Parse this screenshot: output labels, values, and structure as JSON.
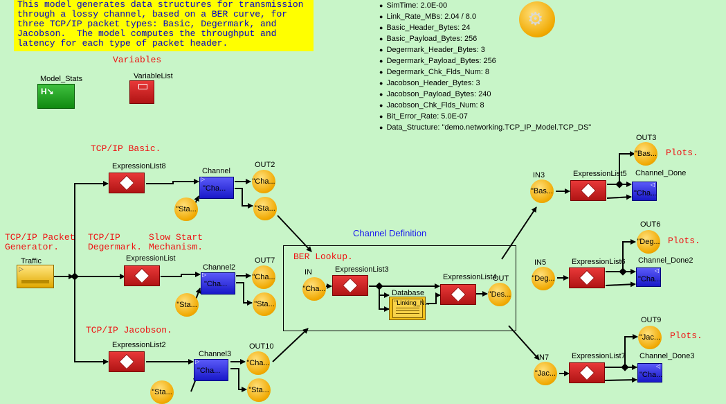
{
  "description": "This model generates data structures for transmission\nthrough a lossy channel, based on a BER curve, for\nthree TCP/IP packet types: Basic, Degermark, and\nJacobson.  The model computes the throughput and\nlatency for each type of packet header.",
  "variables_title": "Variables",
  "parameters": [
    "SimTime: 2.0E-00",
    "Link_Rate_MBs: 2.04 / 8.0",
    "Basic_Header_Bytes: 24",
    "Basic_Payload_Bytes: 256",
    "Degermark_Header_Bytes: 3",
    "Degermark_Payload_Bytes: 256",
    "Degermark_Chk_Flds_Num: 8",
    "Jacobson_Header_Bytes: 3",
    "Jacobson_Payload_Bytes: 240",
    "Jacobson_Chk_Flds_Num: 8",
    "Bit_Error_Rate: 5.0E-07",
    "Data_Structure: \"demo.networking.TCP_IP_Model.TCP_DS\""
  ],
  "annotations": {
    "basic": "TCP/IP Basic.",
    "generator": "TCP/IP Packet\nGenerator.",
    "degermark": "TCP/IP\nDegermark.",
    "slow_start": "Slow Start\nMechanism.",
    "jacobson": "TCP/IP Jacobson.",
    "ber_lookup": "BER Lookup.",
    "plots1": "Plots.",
    "plots2": "Plots.",
    "plots3": "Plots."
  },
  "channel_definition": "Channel Definition",
  "blocks": {
    "model_stats": "Model_Stats",
    "variable_list": "VariableList",
    "traffic": "Traffic",
    "expressionlist8": "ExpressionList8",
    "expressionlist": "ExpressionList",
    "expressionlist2": "ExpressionList2",
    "channel": "Channel",
    "channel2": "Channel2",
    "channel3": "Channel3",
    "channel_inner": "\"Cha...",
    "out2": "OUT2",
    "out7": "OUT7",
    "out10": "OUT10",
    "out_cha": "\"Cha...",
    "out_sta": "\"Sta...",
    "sta_const": "\"Sta...",
    "in": "IN",
    "in_cha": "\"Cha...",
    "expressionlist3": "ExpressionList3",
    "database": "Database",
    "database_inner": "\"Linking_N...",
    "expressionlist4": "ExpressionList4",
    "out": "OUT",
    "out_des": "\"Des...",
    "in3": "IN3",
    "in3_val": "\"Bas...",
    "in5": "IN5",
    "in5_val": "\"Deg...",
    "in7": "IN7",
    "in7_val": "\"Jac...",
    "expressionlist5": "ExpressionList5",
    "expressionlist6": "ExpressionList6",
    "expressionlist7": "ExpressionList7",
    "out3": "OUT3",
    "out3_val": "\"Bas...",
    "out6": "OUT6",
    "out6_val": "\"Deg...",
    "out9": "OUT9",
    "out9_val": "\"Jac...",
    "channel_done": "Channel_Done",
    "channel_done2": "Channel_Done2",
    "channel_done3": "Channel_Done3",
    "done_inner": "\"Cha..."
  },
  "colors": {
    "background": "#c8f5c8",
    "note": "#ffff00",
    "note_text": "#0000cc",
    "annotation": "#ee1111",
    "title_blue": "#1a1aee"
  }
}
